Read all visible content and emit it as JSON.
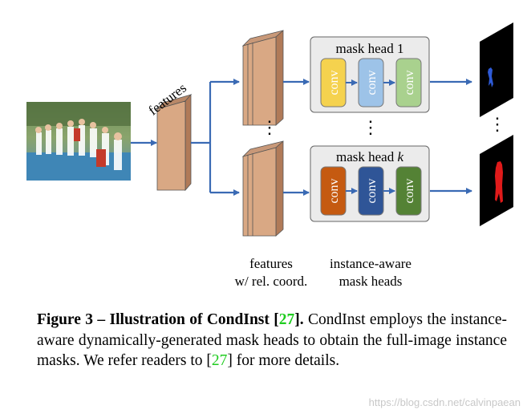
{
  "diagram": {
    "features_label": "features",
    "dots": "⋮",
    "heads": [
      {
        "title_prefix": "mask head ",
        "title_index": "1",
        "convs": [
          "conv",
          "conv",
          "conv"
        ]
      },
      {
        "title_prefix": "mask head ",
        "title_index": "k",
        "convs": [
          "conv",
          "conv",
          "conv"
        ]
      }
    ],
    "bottom_labels": {
      "feat_line1": "features",
      "feat_line2": "w/ rel. coord.",
      "heads_line1": "instance-aware",
      "heads_line2": "mask heads"
    }
  },
  "caption": {
    "lead": "Figure 3 – Illustration of CondInst [",
    "ref1": "27",
    "lead_end": "].",
    "body1": " CondInst employs the instance-aware dynamically-generated mask heads to obtain the full-image instance masks. We refer readers to [",
    "ref2": "27",
    "body2": "] for more details."
  },
  "watermark": "https://blog.csdn.net/calvinpaean",
  "colors": {
    "arrow": "#3a6ab4",
    "feature_fill": "#d9a884",
    "conv_yellow": "#f5d24e",
    "conv_lightblue": "#9dc3e8",
    "conv_lightgreen": "#a9d18e",
    "conv_orange": "#c55a11",
    "conv_darkblue": "#2f5597",
    "conv_darkgreen": "#548235",
    "cite_green": "#1fcc1f"
  }
}
